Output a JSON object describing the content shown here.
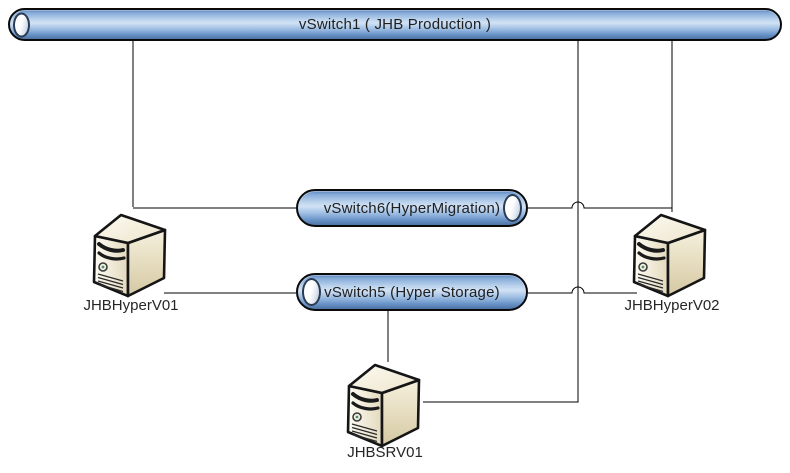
{
  "diagram": {
    "switches": [
      {
        "id": "vswitch1",
        "label": "vSwitch1 ( JHB Production )"
      },
      {
        "id": "vswitch6",
        "label": "vSwitch6(HyperMigration)"
      },
      {
        "id": "vswitch5",
        "label": "vSwitch5 (Hyper Storage)"
      }
    ],
    "servers": [
      {
        "id": "jhbhyperv01",
        "label": "JHBHyperV01"
      },
      {
        "id": "jhbhyperv02",
        "label": "JHBHyperV02"
      },
      {
        "id": "jhbsrv01",
        "label": "JHBSRV01"
      }
    ],
    "connections": [
      {
        "from": "vSwitch1 ( JHB Production )",
        "to": "JHBHyperV01"
      },
      {
        "from": "vSwitch1 ( JHB Production )",
        "to": "JHBHyperV02"
      },
      {
        "from": "vSwitch1 ( JHB Production )",
        "to": "JHBSRV01"
      },
      {
        "from": "JHBHyperV01",
        "to": "vSwitch6(HyperMigration)"
      },
      {
        "from": "vSwitch6(HyperMigration)",
        "to": "JHBHyperV02"
      },
      {
        "from": "JHBHyperV01",
        "to": "vSwitch5 (Hyper Storage)"
      },
      {
        "from": "vSwitch5 (Hyper Storage)",
        "to": "JHBHyperV02"
      },
      {
        "from": "vSwitch5 (Hyper Storage)",
        "to": "JHBSRV01"
      }
    ],
    "colors": {
      "switch_fill_light": "#d2e2f5",
      "switch_fill_dark": "#5c86bb",
      "switch_cap": "#ffffff",
      "server_front": "#f8f3e3",
      "server_side": "#ddd2ae",
      "outline": "#000000",
      "connector": "#000000",
      "canvas_background": "#ffffff",
      "label_text": "#262626"
    }
  }
}
